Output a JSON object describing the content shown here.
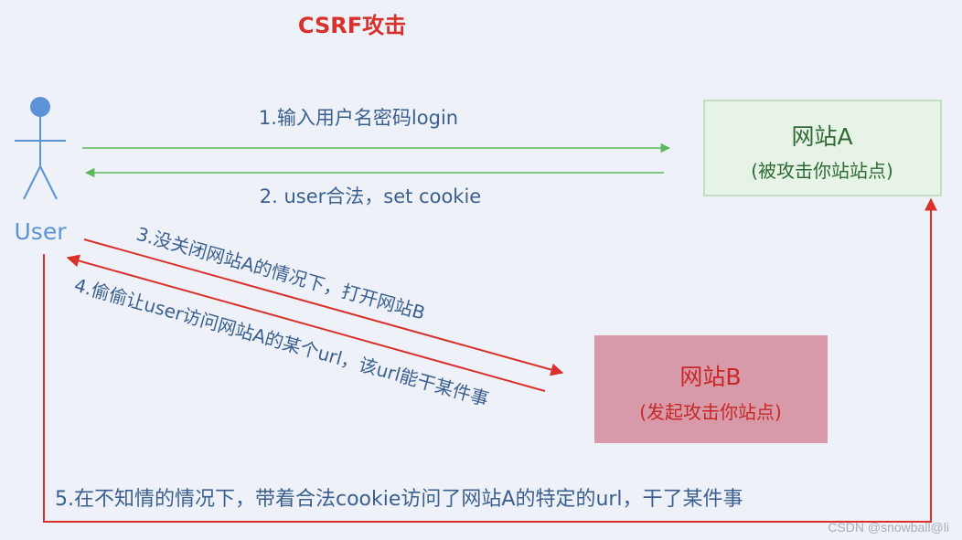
{
  "title": "CSRF攻击",
  "user": {
    "label": "User"
  },
  "site_a": {
    "name": "网站A",
    "subtitle": "(被攻击你站站点)"
  },
  "site_b": {
    "name": "网站B",
    "subtitle": "(发起攻击你站点)"
  },
  "steps": {
    "step1": "1.输入用户名密码login",
    "step2": "2. user合法，set cookie",
    "step3": "3.没关闭网站A的情况下，打开网站B",
    "step4": "4.偷偷让user访问网站A的某个url，该url能干某件事",
    "step5": "5.在不知情的情况下，带着合法cookie访问了网站A的特定的url，干了某件事"
  },
  "watermark": "CSDN @snowball@li",
  "colors": {
    "green": "#5cb85c",
    "red": "#d9302c",
    "user_blue": "#5b93d6",
    "step_text": "#3b5f8f",
    "site_a_bg": "#e6f3e6",
    "site_a_border": "#b6d8b6",
    "site_a_text": "#2f6a35",
    "site_b_bg": "#d89aa8",
    "site_b_text": "#c62828"
  }
}
